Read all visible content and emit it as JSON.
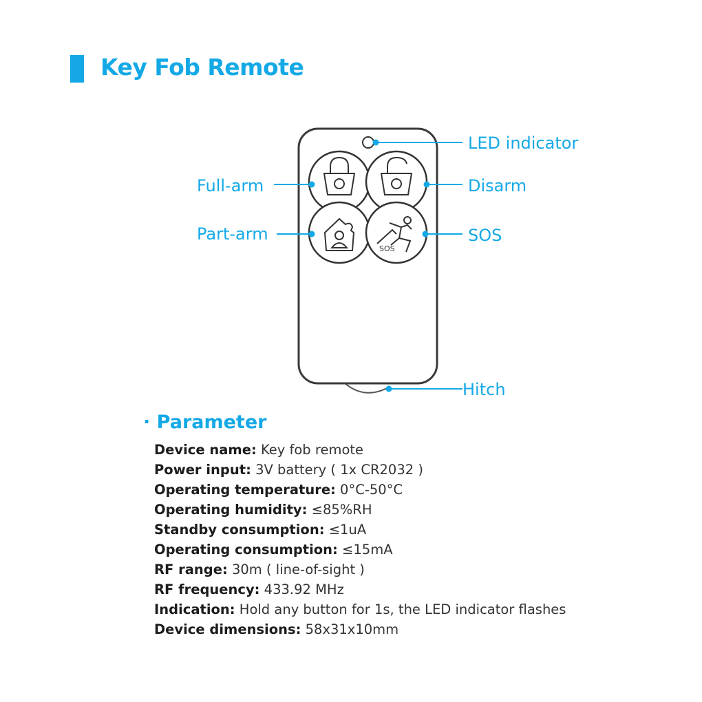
{
  "title": "Key Fob Remote",
  "diagram": {
    "labels": {
      "led": "LED indicator",
      "full_arm": "Full-arm",
      "disarm": "Disarm",
      "part_arm": "Part-arm",
      "sos": "SOS",
      "hitch": "Hitch"
    },
    "sos_button_text": "SOS"
  },
  "parameter": {
    "heading": "· Parameter",
    "items": [
      {
        "label": "Device name:",
        "value": " Key fob remote"
      },
      {
        "label": "Power input:",
        "value": " 3V battery ( 1x CR2032 )"
      },
      {
        "label": "Operating temperature:",
        "value": " 0°C-50°C"
      },
      {
        "label": "Operating humidity:",
        "value": " ≤85%RH"
      },
      {
        "label": "Standby consumption:",
        "value": " ≤1uA"
      },
      {
        "label": "Operating consumption:",
        "value": " ≤15mA"
      },
      {
        "label": "RF range:",
        "value": " 30m ( line-of-sight )"
      },
      {
        "label": "RF frequency:",
        "value": " 433.92 MHz"
      },
      {
        "label": "Indication:",
        "value": " Hold any button for 1s, the LED indicator flashes"
      },
      {
        "label": "Device dimensions:",
        "value": " 58x31x10mm"
      }
    ]
  },
  "colors": {
    "accent": "#14a9e6",
    "device_outline": "#3a3a3a"
  }
}
